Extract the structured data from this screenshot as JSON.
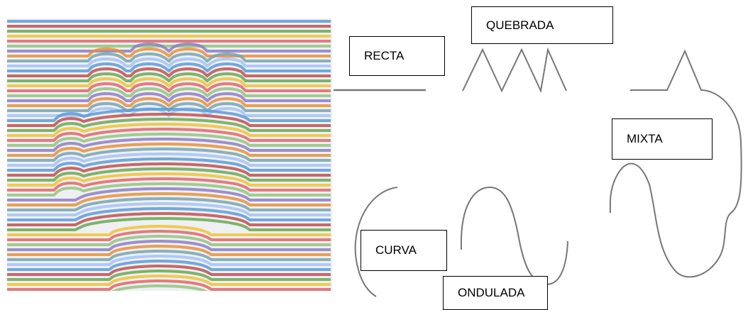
{
  "labels": {
    "recta": "RECTA",
    "quebrada": "QUEBRADA",
    "mixta": "MIXTA",
    "curva": "CURVA",
    "ondulada": "ONDULADA"
  },
  "colors": {
    "line": "#777777",
    "box_border": "#000000"
  },
  "image": {
    "description_icon": "hand-line-art-illusion",
    "stripe_palette": [
      "#5b9bd5",
      "#c0504d",
      "#6aa84f",
      "#f1c232",
      "#e06666",
      "#93c47d",
      "#8e7cc3",
      "#e69138",
      "#76a5af",
      "#a4c2f4"
    ]
  }
}
